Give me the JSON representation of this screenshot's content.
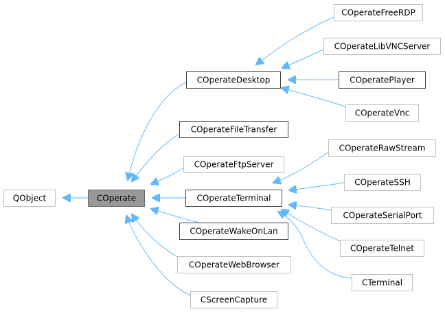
{
  "diagram": {
    "type": "class-inheritance-graph",
    "colors": {
      "edge": "#63b8ff",
      "focus_fill": "#999999",
      "node_border_gray": "#bfbfbf",
      "node_border_black": "#404040"
    },
    "nodes": [
      {
        "id": "QObject",
        "label": "QObject",
        "style": "gray"
      },
      {
        "id": "COperate",
        "label": "COperate",
        "style": "focus"
      },
      {
        "id": "COperateDesktop",
        "label": "COperateDesktop",
        "style": "black"
      },
      {
        "id": "COperateFileTransfer",
        "label": "COperateFileTransfer",
        "style": "black"
      },
      {
        "id": "COperateFtpServer",
        "label": "COperateFtpServer",
        "style": "gray"
      },
      {
        "id": "COperateTerminal",
        "label": "COperateTerminal",
        "style": "black"
      },
      {
        "id": "COperateWakeOnLan",
        "label": "COperateWakeOnLan",
        "style": "black"
      },
      {
        "id": "COperateWebBrowser",
        "label": "COperateWebBrowser",
        "style": "gray"
      },
      {
        "id": "CScreenCapture",
        "label": "CScreenCapture",
        "style": "gray"
      },
      {
        "id": "COperateFreeRDP",
        "label": "COperateFreeRDP",
        "style": "gray"
      },
      {
        "id": "COperateLibVNCServer",
        "label": "COperateLibVNCServer",
        "style": "gray"
      },
      {
        "id": "COperatePlayer",
        "label": "COperatePlayer",
        "style": "black"
      },
      {
        "id": "COperateVnc",
        "label": "COperateVnc",
        "style": "gray"
      },
      {
        "id": "COperateRawStream",
        "label": "COperateRawStream",
        "style": "gray"
      },
      {
        "id": "COperateSSH",
        "label": "COperateSSH",
        "style": "gray"
      },
      {
        "id": "COperateSerialPort",
        "label": "COperateSerialPort",
        "style": "gray"
      },
      {
        "id": "COperateTelnet",
        "label": "COperateTelnet",
        "style": "gray"
      },
      {
        "id": "CTerminal",
        "label": "CTerminal",
        "style": "gray"
      }
    ],
    "edges": [
      {
        "from": "COperate",
        "to": "QObject"
      },
      {
        "from": "COperateDesktop",
        "to": "COperate"
      },
      {
        "from": "COperateFileTransfer",
        "to": "COperate"
      },
      {
        "from": "COperateFtpServer",
        "to": "COperate"
      },
      {
        "from": "COperateTerminal",
        "to": "COperate"
      },
      {
        "from": "COperateWakeOnLan",
        "to": "COperate"
      },
      {
        "from": "COperateWebBrowser",
        "to": "COperate"
      },
      {
        "from": "CScreenCapture",
        "to": "COperate"
      },
      {
        "from": "COperateFreeRDP",
        "to": "COperateDesktop"
      },
      {
        "from": "COperateLibVNCServer",
        "to": "COperateDesktop"
      },
      {
        "from": "COperatePlayer",
        "to": "COperateDesktop"
      },
      {
        "from": "COperateVnc",
        "to": "COperateDesktop"
      },
      {
        "from": "COperateRawStream",
        "to": "COperateTerminal"
      },
      {
        "from": "COperateSSH",
        "to": "COperateTerminal"
      },
      {
        "from": "COperateSerialPort",
        "to": "COperateTerminal"
      },
      {
        "from": "COperateTelnet",
        "to": "COperateTerminal"
      },
      {
        "from": "CTerminal",
        "to": "COperateTerminal"
      }
    ]
  }
}
